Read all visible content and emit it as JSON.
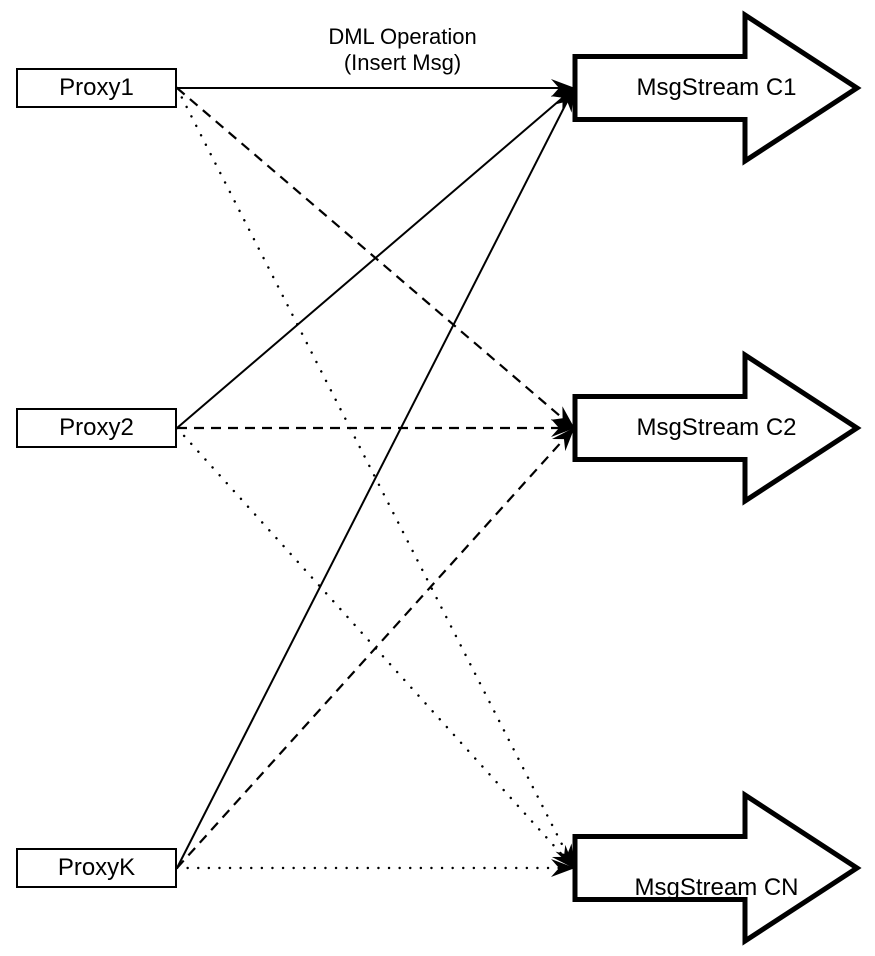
{
  "diagram": {
    "top_label": {
      "line1": "DML Operation",
      "line2": "(Insert Msg)"
    },
    "proxies": [
      {
        "id": "proxy1",
        "label": "Proxy1"
      },
      {
        "id": "proxy2",
        "label": "Proxy2"
      },
      {
        "id": "proxyk",
        "label": "ProxyK"
      }
    ],
    "streams": [
      {
        "id": "c1",
        "label": "MsgStream C1"
      },
      {
        "id": "c2",
        "label": "MsgStream C2"
      },
      {
        "id": "cn",
        "label": "MsgStream CN"
      }
    ],
    "connections": [
      {
        "from": "proxy1",
        "to": "c1",
        "style": "solid"
      },
      {
        "from": "proxy1",
        "to": "c2",
        "style": "dashed"
      },
      {
        "from": "proxy1",
        "to": "cn",
        "style": "dotted"
      },
      {
        "from": "proxy2",
        "to": "c1",
        "style": "solid"
      },
      {
        "from": "proxy2",
        "to": "c2",
        "style": "dashed"
      },
      {
        "from": "proxy2",
        "to": "cn",
        "style": "dotted"
      },
      {
        "from": "proxyk",
        "to": "c1",
        "style": "solid"
      },
      {
        "from": "proxyk",
        "to": "c2",
        "style": "dashed"
      },
      {
        "from": "proxyk",
        "to": "cn",
        "style": "dotted"
      }
    ],
    "colors": {
      "stroke": "#000000",
      "background": "#ffffff"
    }
  }
}
